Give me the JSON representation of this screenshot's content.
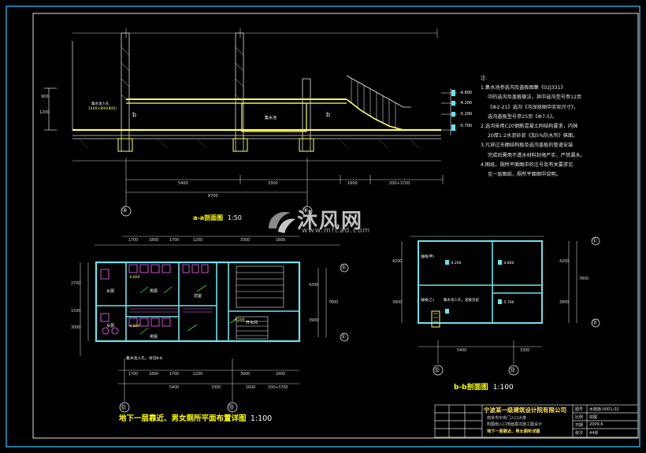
{
  "drawing": {
    "section_aa_title": "a-a剖面图",
    "section_aa_scale": "1:50",
    "section_bb_title": "b-b剖面图",
    "section_bb_scale": "1:100",
    "plan_title": "地下一层靠近、男女厕所平面布置详图",
    "plan_scale": "1:100",
    "colors": {
      "background": "#000000",
      "frame": "#ffffff",
      "wall": "#6fe3ea",
      "fill": "#ffff66",
      "dim": "#ffffff",
      "hatch": "#ff66ff",
      "title": "#ffff00"
    }
  },
  "notes": {
    "heading": "注:",
    "lines": [
      "1.集水池参选沟及盖板图集《02J331》",
      "中的选沟及盖板做法，其中选沟型号参12页",
      "《Ф2-21》选沟《沟深按图中实际尺寸》，",
      "选沟盖板型号参25页《Ф7-5》。",
      "2.选沟采用C20钢筋混凝土同结构要求，内抹",
      "20厚1:2水泥砂浆《加5%防水剂》抹面。",
      "3.凡穿过天棚结构板及选沟盖板的管道安装",
      "完成后需用不透水材料封堵严实，严禁漏水。",
      "4.图纸，厕所平面图中的注号及有关要求见",
      "见一层图纸，厕所平面图中说明。"
    ]
  },
  "section_aa": {
    "dims": [
      "5400",
      "3300",
      "1600",
      "200+3700",
      "8700"
    ],
    "axes": [
      "③",
      "⑥"
    ],
    "elev_1": "-4.800",
    "elev_2": "-4.200",
    "elev_3": "-5.200",
    "elev_4": "-5.700",
    "room_label": "集水池",
    "mark_b1": "b",
    "mark_b2": "b",
    "left_note_1": "集水池人孔",
    "left_note_2": "1400×800(800)",
    "side_dims": [
      "900",
      "1200"
    ]
  },
  "plan": {
    "top_dims": [
      "1700",
      "1800",
      "1700",
      "1200",
      "3300",
      "1600"
    ],
    "bottom_dims": [
      "1700",
      "1800",
      "1700",
      "1200",
      "3000",
      "1600"
    ],
    "bottom_total_1": "5400",
    "bottom_total_2": "3300",
    "bottom_total_3": "1600",
    "bottom_total_4": "200+3700",
    "axes_bottom": [
      "⑫",
      "⑬"
    ],
    "axes_right": [
      "Ⓓ",
      "Ⓔ"
    ],
    "left_dims": [
      "2700",
      "1500",
      "3000"
    ],
    "right_dims": [
      "4200",
      "3900",
      "7800"
    ],
    "rooms": [
      "女厕",
      "男厕",
      "女厕",
      "男厕",
      "开水间",
      "前室"
    ],
    "labels": [
      "集水池人孔，详见b-b",
      "-4.800",
      "-4.200",
      "-4.800"
    ]
  },
  "section_bb": {
    "axes_bottom": [
      "⑫",
      "⑬"
    ],
    "axes_right": [
      "Ⓔ",
      "Ⓓ"
    ],
    "bottom_dims": [
      "5400",
      "3300"
    ],
    "right_dims": [
      "4200",
      "3900",
      "7800"
    ],
    "left_dims": [
      "4200",
      "3900"
    ],
    "labels": [
      "轴线(甲)",
      "轴线(乙)",
      "集水池人孔，盖板见说",
      "-4.200",
      "-4.800",
      "-5.700"
    ]
  },
  "watermark": {
    "brand": "沐风网",
    "url": "www.mfcad.com"
  },
  "title_block": {
    "company": "宁波某一级建筑设计院有限公司",
    "line1": "南京市中央门入口大楼",
    "line2": "附图南入口地面基坑施工图设计",
    "line3": "地下一层靠近、男女厕所详图",
    "f_drawing_no_label": "图号",
    "f_drawing_no": "水施施-0001-02",
    "f_scale_label": "比例",
    "f_scale": "如图",
    "f_date_label": "日期",
    "f_date": "2009.6",
    "f_sheet_label": "张次",
    "f_sheet": "44张"
  }
}
